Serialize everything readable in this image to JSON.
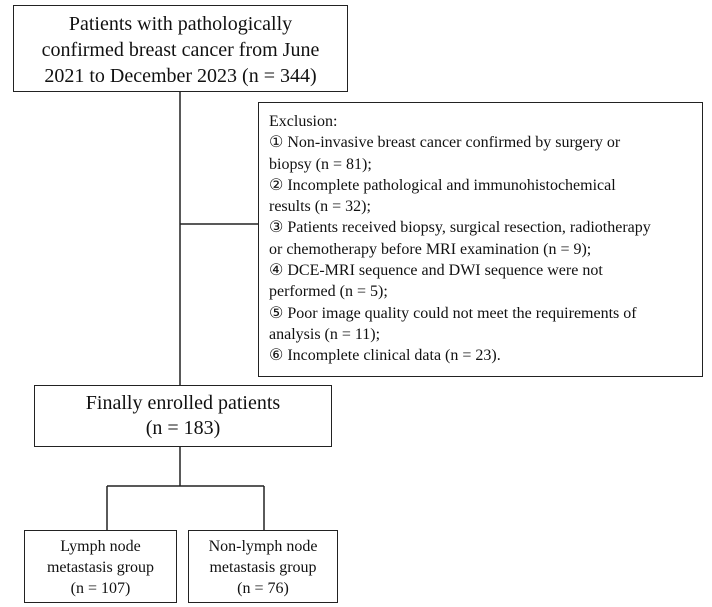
{
  "top_box": {
    "lines": [
      "Patients with pathologically",
      "confirmed breast cancer from June",
      "2021 to December 2023 (n = 344)"
    ]
  },
  "exclusion_box": {
    "title": "Exclusion:",
    "lines": [
      "① Non-invasive breast cancer confirmed by surgery or",
      "biopsy (n = 81);",
      "② Incomplete pathological and immunohistochemical",
      "results (n = 32);",
      "③ Patients received biopsy, surgical resection, radiotherapy",
      "or chemotherapy before MRI examination (n = 9);",
      "④ DCE-MRI sequence and DWI sequence were not",
      "performed (n = 5);",
      "⑤ Poor image quality could not meet the requirements of",
      "analysis (n = 11);",
      "⑥ Incomplete clinical data (n = 23)."
    ]
  },
  "enrolled_box": {
    "lines": [
      "Finally enrolled patients",
      "(n = 183)"
    ]
  },
  "lnm_box": {
    "lines": [
      "Lymph node",
      "metastasis group",
      "(n = 107)"
    ]
  },
  "nlnm_box": {
    "lines": [
      "Non-lymph node",
      "metastasis group",
      "(n = 76)"
    ]
  }
}
